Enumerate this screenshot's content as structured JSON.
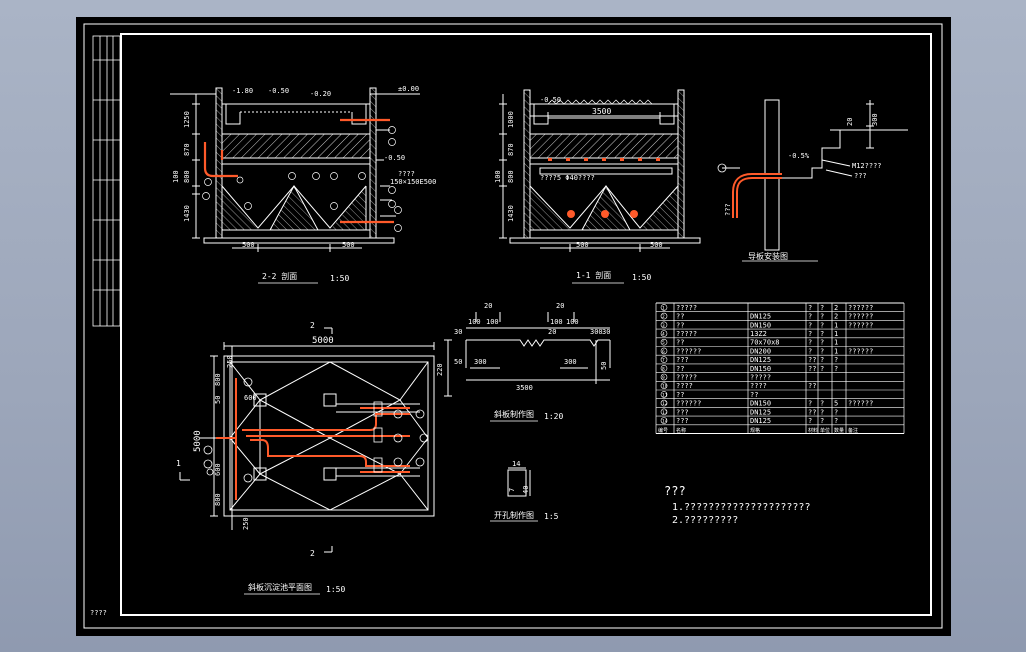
{
  "colors": {
    "background": "#000000",
    "line": "#ffffff",
    "pipe": "#ff5a2a",
    "hatch": "#ffffff",
    "accent": "#ffe68a"
  },
  "section22": {
    "title": "2-2 剖面",
    "scale": "1:50",
    "elev_top": "±0.00",
    "elev_1": "-0.50",
    "elev_2": "-0.20",
    "elev_3": "-0.50",
    "elev_left": "-1.80",
    "dims_left": [
      "1250",
      "870",
      "800",
      "100",
      "1430"
    ],
    "bottom_dims": [
      "500",
      "500"
    ],
    "note": "????",
    "opening": "150×150E500"
  },
  "section11": {
    "title": "1-1 剖面",
    "scale": "1:50",
    "elev": "-0.50",
    "dim_top": "3500",
    "dims_left": [
      "1000",
      "870",
      "800",
      "100",
      "1430"
    ],
    "bottom_dims": [
      "500",
      "500"
    ],
    "note": "????5 Φ40????"
  },
  "detail_install": {
    "title": "导板安装图",
    "slope": "-0.5%",
    "dims": [
      "20",
      "300"
    ],
    "label1": "M12????",
    "label2": "???",
    "label3": "???"
  },
  "plan": {
    "title": "斜板沉淀池平面图",
    "scale": "1:50",
    "section_mark": "2",
    "side_mark": "1",
    "dim_top": "5000",
    "dim_left": "5000",
    "dims_left": [
      "250",
      "800",
      "600",
      "50",
      "600",
      "800",
      "250"
    ]
  },
  "plate_detail": {
    "title": "斜板制作图",
    "scale": "1:20",
    "dims_top": [
      "20",
      "20",
      "100",
      "100",
      "20",
      "100",
      "100",
      "30",
      "300",
      "30"
    ],
    "dims_mid": [
      "50",
      "300",
      "300",
      "50"
    ],
    "dim_bottom": "3500",
    "dim_left": "220"
  },
  "hole_detail": {
    "title": "开孔制作图",
    "scale": "1:5",
    "dims": [
      "14",
      "7",
      "40"
    ]
  },
  "table": {
    "rows": [
      [
        "1",
        "?????",
        "",
        "?",
        "?",
        "2",
        "??????"
      ],
      [
        "2",
        "??",
        "DN125",
        "?",
        "?",
        "2",
        "??????"
      ],
      [
        "3",
        "??",
        "DN150",
        "?",
        "?",
        "1",
        "??????"
      ],
      [
        "4",
        "?????",
        "13Z2",
        "?",
        "?",
        "1",
        ""
      ],
      [
        "5",
        "??",
        "70x70x8",
        "?",
        "?",
        "1",
        ""
      ],
      [
        "6",
        "??????",
        "DN200",
        "?",
        "?",
        "1",
        "??????"
      ],
      [
        "7",
        "???",
        "DN125",
        "??",
        "?",
        "?",
        ""
      ],
      [
        "8",
        "??",
        "DN150",
        "??",
        "?",
        "?",
        ""
      ],
      [
        "9",
        "?????",
        "?????",
        "",
        "",
        "",
        ""
      ],
      [
        "10",
        "????",
        "????",
        "??",
        "",
        "",
        ""
      ],
      [
        "11",
        "??",
        "??",
        "",
        "",
        "",
        ""
      ],
      [
        "12",
        "??????",
        "DN150",
        "?",
        "?",
        "5",
        "??????"
      ],
      [
        "13",
        "???",
        "DN125",
        "??",
        "?",
        "?",
        ""
      ],
      [
        "14",
        "???",
        "DN125",
        "?",
        "?",
        "?",
        ""
      ]
    ],
    "header": [
      "编号",
      "名称",
      "规格",
      "材料",
      "单位",
      "数量",
      "备注"
    ]
  },
  "notes": {
    "title": "???",
    "line1": "1.?????????????????????",
    "line2": "2.?????????"
  },
  "corner_label": "????"
}
